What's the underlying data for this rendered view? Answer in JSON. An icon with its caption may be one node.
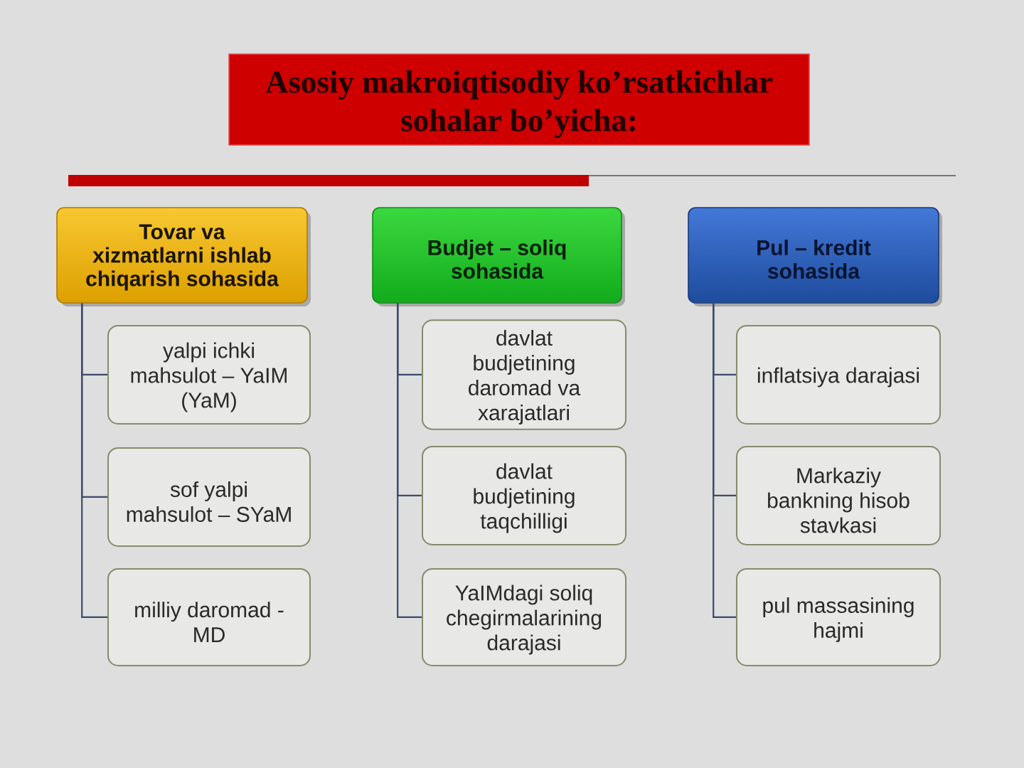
{
  "diagram": {
    "title": "Asosiy makroiqtisodiy ko’rsatkichlar sohalar bo’yicha:",
    "nodes": [
      {
        "text": [
          "Tovar va xizmatlarni ishlab chiqarish sohasida"
        ]
      },
      {
        "text": [
          "yalpi ichki mahsulot – YaIM (YaM)"
        ]
      },
      {
        "text": [
          "sof yalpi mahsulot – SYaM"
        ]
      },
      {
        "text": [
          "milliy daromad - MD"
        ]
      },
      {
        "text": [
          "Budjet – soliq sohasida"
        ]
      },
      {
        "text": [
          "davlat budjetining daromad va xarajatlari"
        ]
      },
      {
        "text": [
          "davlat budjetining taqchilligi"
        ]
      },
      {
        "text": [
          "YaIMdagi soliq chegirmalarining darajasi"
        ]
      },
      {
        "text": [
          "Pul – kredit sohasida"
        ]
      },
      {
        "text": [
          "inflatsiya darajasi"
        ]
      },
      {
        "text": [
          "Markaziy bankning hisob stavkasi"
        ]
      },
      {
        "text": [
          "pul massasining hajmi"
        ]
      }
    ],
    "edges": [
      {
        "from": 0,
        "to": 1,
        "arrow": "none"
      },
      {
        "from": 0,
        "to": 2,
        "arrow": "none"
      },
      {
        "from": 0,
        "to": 3,
        "arrow": "none"
      },
      {
        "from": 4,
        "to": 5,
        "arrow": "none"
      },
      {
        "from": 4,
        "to": 6,
        "arrow": "none"
      },
      {
        "from": 4,
        "to": 7,
        "arrow": "none"
      },
      {
        "from": 8,
        "to": 9,
        "arrow": "none"
      },
      {
        "from": 8,
        "to": 10,
        "arrow": "none"
      },
      {
        "from": 8,
        "to": 11,
        "arrow": "none"
      }
    ]
  }
}
